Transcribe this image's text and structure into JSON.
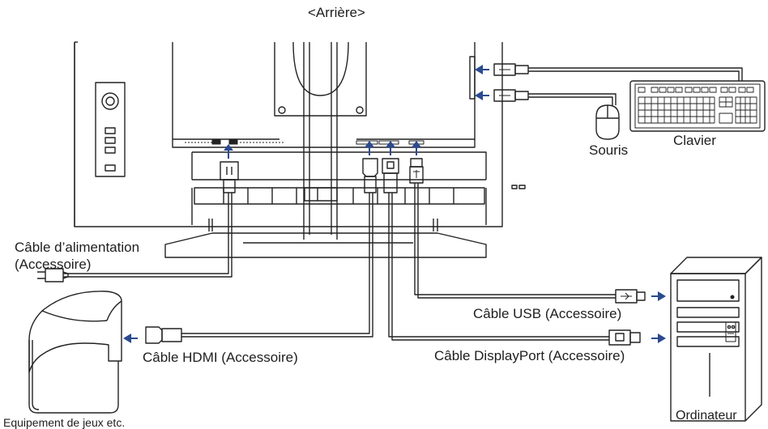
{
  "title": "<Arrière>",
  "labels": {
    "power_cable_line1": "Câble d’alimentation",
    "power_cable_line2": "(Accessoire)",
    "hdmi_cable": "Câble HDMI (Accessoire)",
    "usb_cable": "Câble USB (Accessoire)",
    "displayport_cable": "Câble DisplayPort (Accessoire)",
    "mouse": "Souris",
    "keyboard": "Clavier",
    "computer": "Ordinateur",
    "game_device": "Equipement de jeux etc."
  },
  "colors": {
    "line": "#222222",
    "arrow": "#2b4a8f"
  }
}
